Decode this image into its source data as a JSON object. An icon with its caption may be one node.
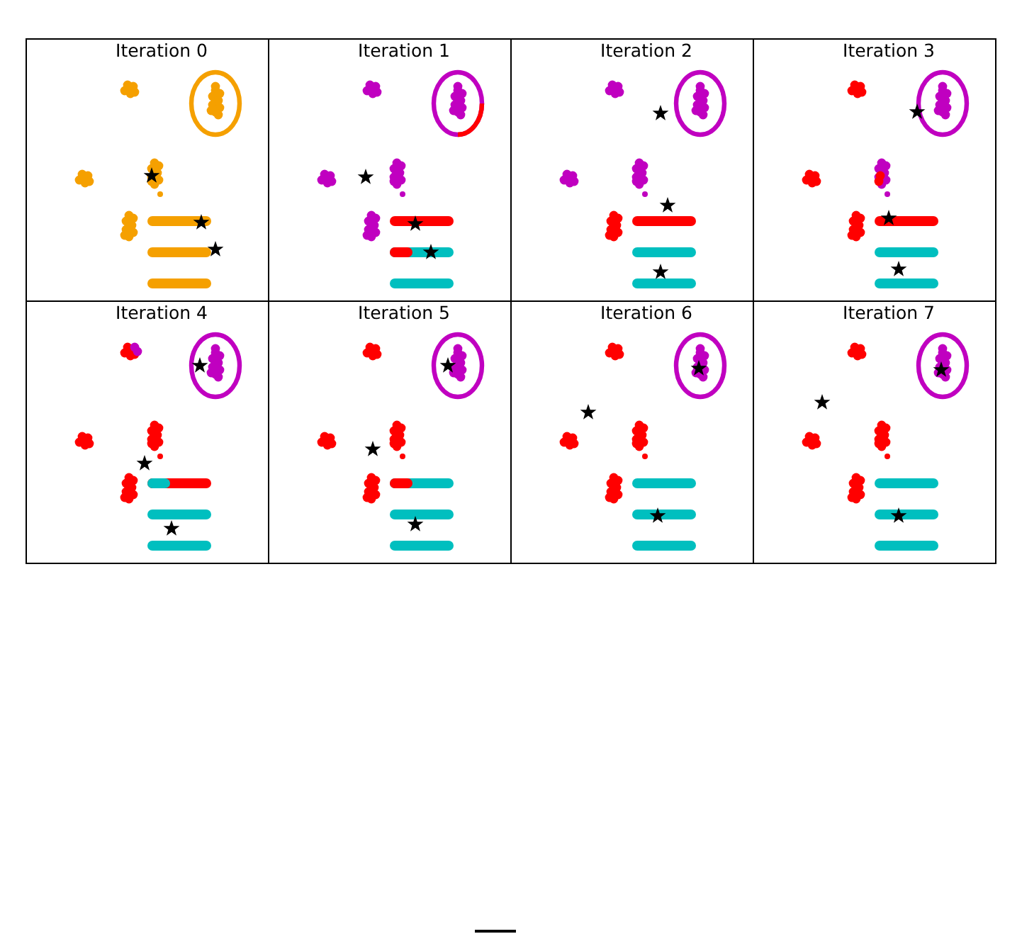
{
  "diagram": {
    "nodes": [
      {
        "text": [
          "Iteration 0"
        ]
      },
      {
        "text": [
          "Iteration 1"
        ]
      },
      {
        "text": [
          "Iteration 2"
        ]
      },
      {
        "text": [
          "Iteration 3"
        ]
      },
      {
        "text": [
          "Iteration 4"
        ]
      },
      {
        "text": [
          "Iteration 5"
        ]
      },
      {
        "text": [
          "Iteration 6"
        ]
      },
      {
        "text": [
          "Iteration 7"
        ]
      }
    ]
  }
}
